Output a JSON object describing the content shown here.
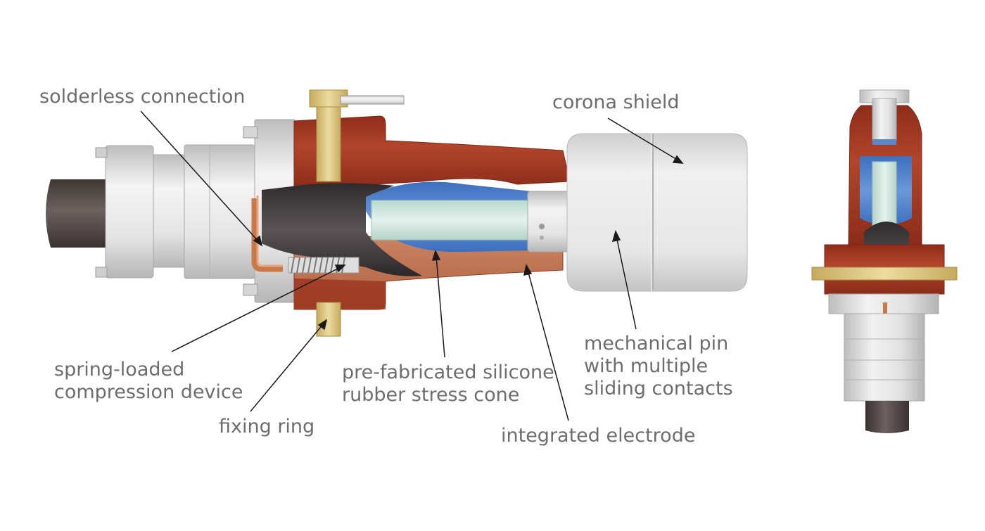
{
  "labels": {
    "solderless_connection": "solderless connection",
    "corona_shield": "corona shield",
    "spring_loaded": [
      "spring-loaded",
      "compression device"
    ],
    "stress_cone": [
      "pre-fabricated silicone",
      "rubber stress cone"
    ],
    "mechanical_pin": [
      "mechanical pin",
      "with multiple",
      "sliding contacts"
    ],
    "fixing_ring": "fixing ring",
    "integrated_electrode": "integrated electrode"
  },
  "colors": {
    "label_text": "#6d6d6d",
    "leader_line": "#1a1a1a",
    "housing_red": "#a33a22",
    "metal_light": "#e6e6e6",
    "cable_dark": "#4a4240",
    "stress_cone_blue": "#4f7fc9",
    "insulation_mint": "#cfe7df",
    "brass": "#d9c27a",
    "copper": "#c9784a"
  }
}
